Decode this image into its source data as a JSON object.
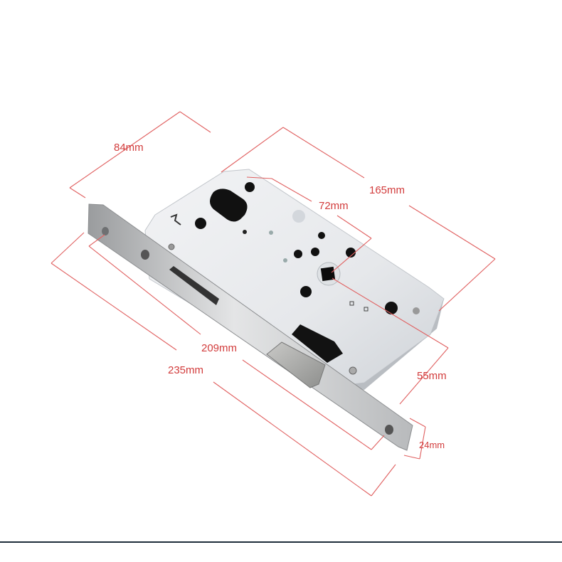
{
  "figure": {
    "subject": "mortise lock body with faceplate",
    "dimension_color": "#d23c3c",
    "dimensions": {
      "width_84": "84mm",
      "length_165": "165mm",
      "backset_72": "72mm",
      "plate_209": "209mm",
      "plate_235": "235mm",
      "spacing_55": "55mm",
      "plate_width_24": "24mm"
    }
  },
  "footer": {
    "rule_color": "#1f2d3a"
  }
}
